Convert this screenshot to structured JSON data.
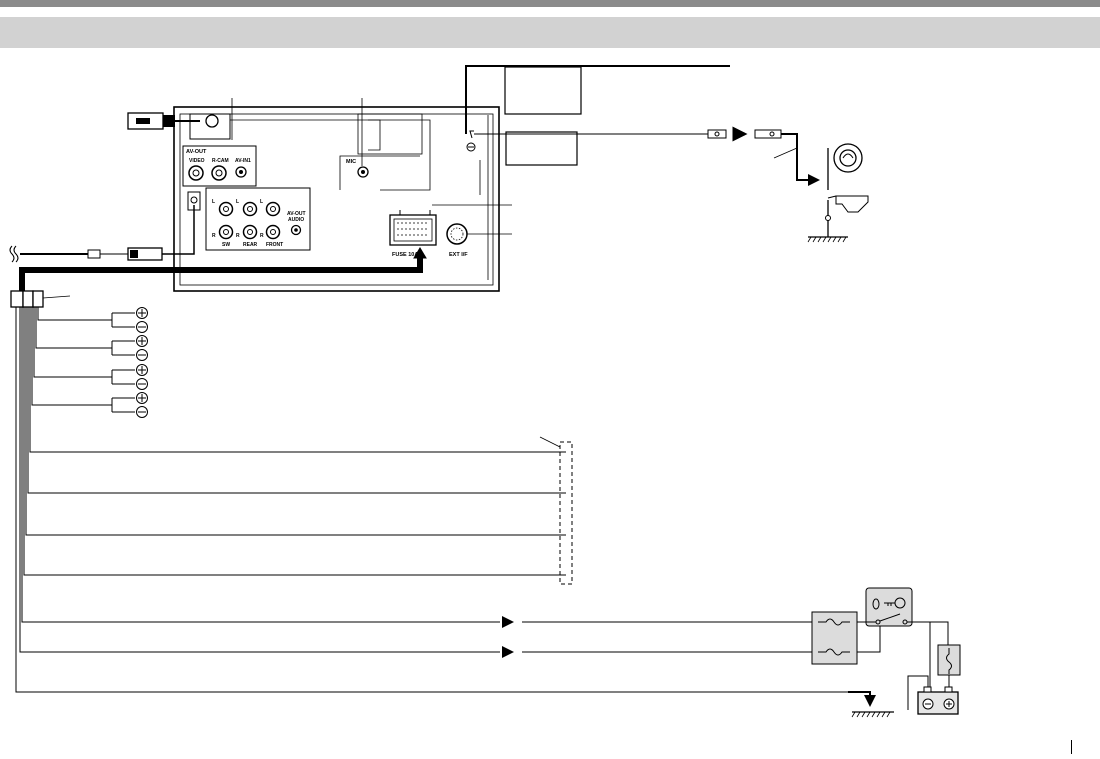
{
  "unit_labels": {
    "av_out": "AV-OUT",
    "video": "VIDEO",
    "r_cam": "R-CAM",
    "av_in1": "AV-IN1",
    "mic": "MIC",
    "left_l": "L",
    "right_r": "R",
    "sw": "SW",
    "rear": "REAR",
    "front": "FRONT",
    "av_out_audio_1": "AV-OUT",
    "av_out_audio_2": "AUDIO",
    "fuse": "FUSE 10A",
    "ext_if": "EXT I/F"
  },
  "colors": {
    "line": "#000000",
    "header_bar": "#d2d2d2",
    "top_strip": "#8b8b8b",
    "fuse_box_fill": "#dcdcdc",
    "battery_fill": "#e6e6e6"
  },
  "icons": [
    "usb-plug-icon",
    "antenna-plug-icon",
    "speaker-plus-icon",
    "speaker-minus-icon",
    "parking-brake-lever-icon",
    "ignition-key-icon",
    "fuse-icon",
    "battery-icon",
    "ground-icon",
    "arrow-icon"
  ]
}
